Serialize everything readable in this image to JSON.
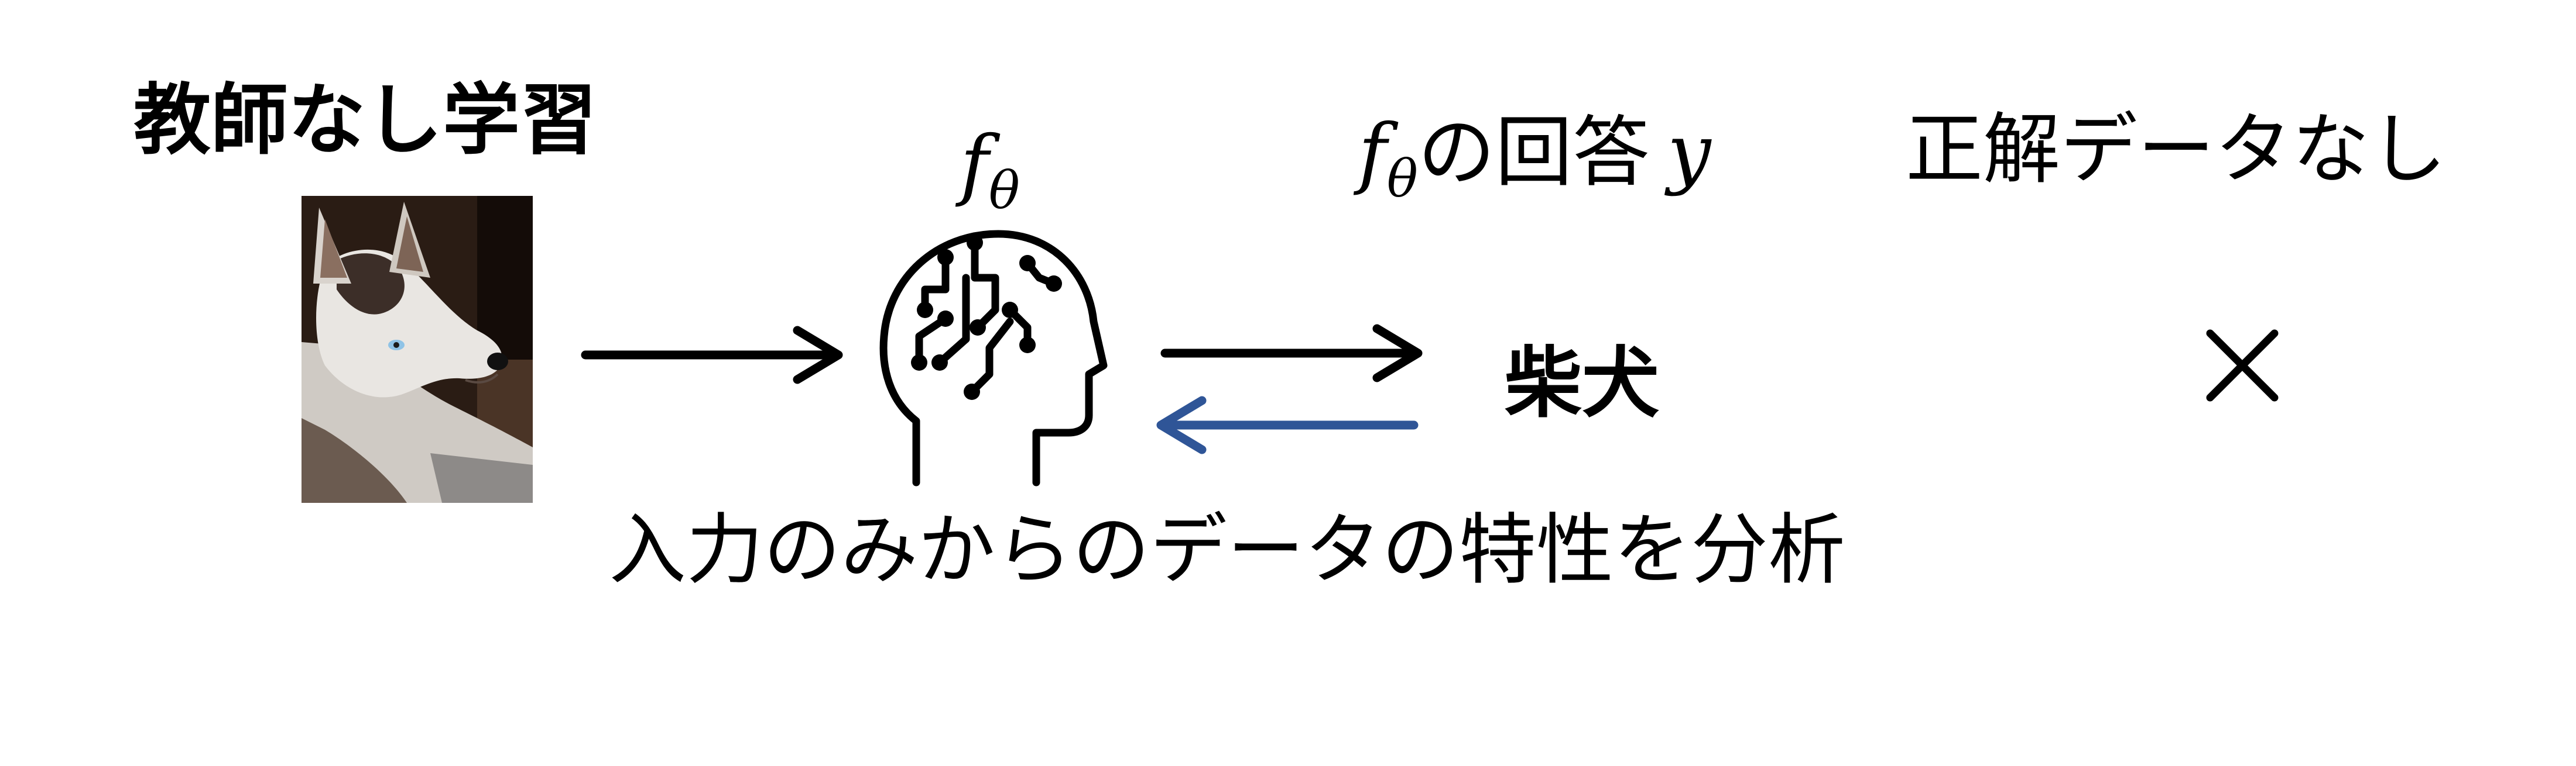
{
  "title": "教師なし学習",
  "model": {
    "symbol": "f",
    "subscript": "θ"
  },
  "answer": {
    "symbol": "f",
    "subscript": "θ",
    "text": "の回答",
    "var": "y"
  },
  "no_label": "正解データなし",
  "output": "柴犬",
  "cross": "×",
  "caption": "入力のみからのデータの特性を分析",
  "colors": {
    "forward_arrow": "#000000",
    "feedback_arrow": "#2f5597",
    "photo_bg": "#2a1c14"
  },
  "icons": {
    "input": "husky-photo",
    "model": "brain-head-icon"
  }
}
